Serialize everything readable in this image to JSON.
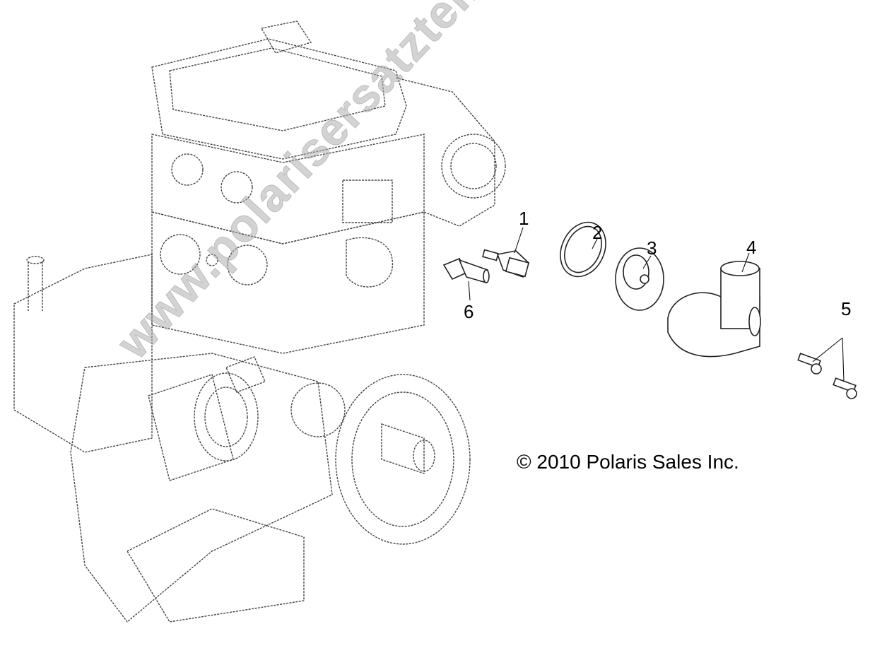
{
  "diagram": {
    "subject": "Engine cooling components exploded view",
    "callouts": [
      {
        "id": "1",
        "label": "1",
        "part": "temperature-sensor"
      },
      {
        "id": "2",
        "label": "2",
        "part": "o-ring-seal"
      },
      {
        "id": "3",
        "label": "3",
        "part": "thermostat"
      },
      {
        "id": "4",
        "label": "4",
        "part": "thermostat-housing"
      },
      {
        "id": "5",
        "label": "5",
        "part": "bolts"
      },
      {
        "id": "6",
        "label": "6",
        "part": "hose-fitting"
      }
    ],
    "copyright": "© 2010 Polaris Sales Inc.",
    "watermark": "www.polarisersatzteile.de"
  }
}
